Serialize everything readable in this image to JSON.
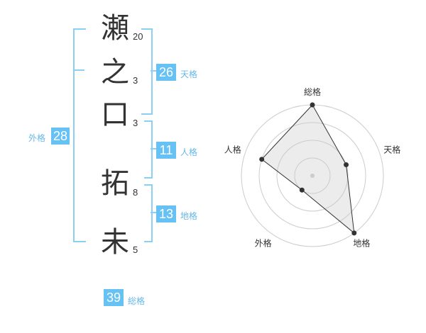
{
  "name_chars": [
    {
      "char": "瀬",
      "strokes": "20"
    },
    {
      "char": "之",
      "strokes": "3"
    },
    {
      "char": "口",
      "strokes": "3"
    },
    {
      "char": "拓",
      "strokes": "8"
    },
    {
      "char": "未",
      "strokes": "5"
    }
  ],
  "fortune": {
    "tenkaku": {
      "value": "26",
      "label": "天格"
    },
    "jinkaku": {
      "value": "11",
      "label": "人格"
    },
    "chikaku": {
      "value": "13",
      "label": "地格"
    },
    "gaikaku": {
      "value": "28",
      "label": "外格"
    },
    "soukaku": {
      "value": "39",
      "label": "総格"
    }
  },
  "chart_data": {
    "type": "radar",
    "axes": [
      "総格",
      "天格",
      "地格",
      "外格",
      "人格"
    ],
    "levels": 4,
    "values": [
      4,
      2,
      4,
      1,
      3
    ],
    "max": 4
  }
}
